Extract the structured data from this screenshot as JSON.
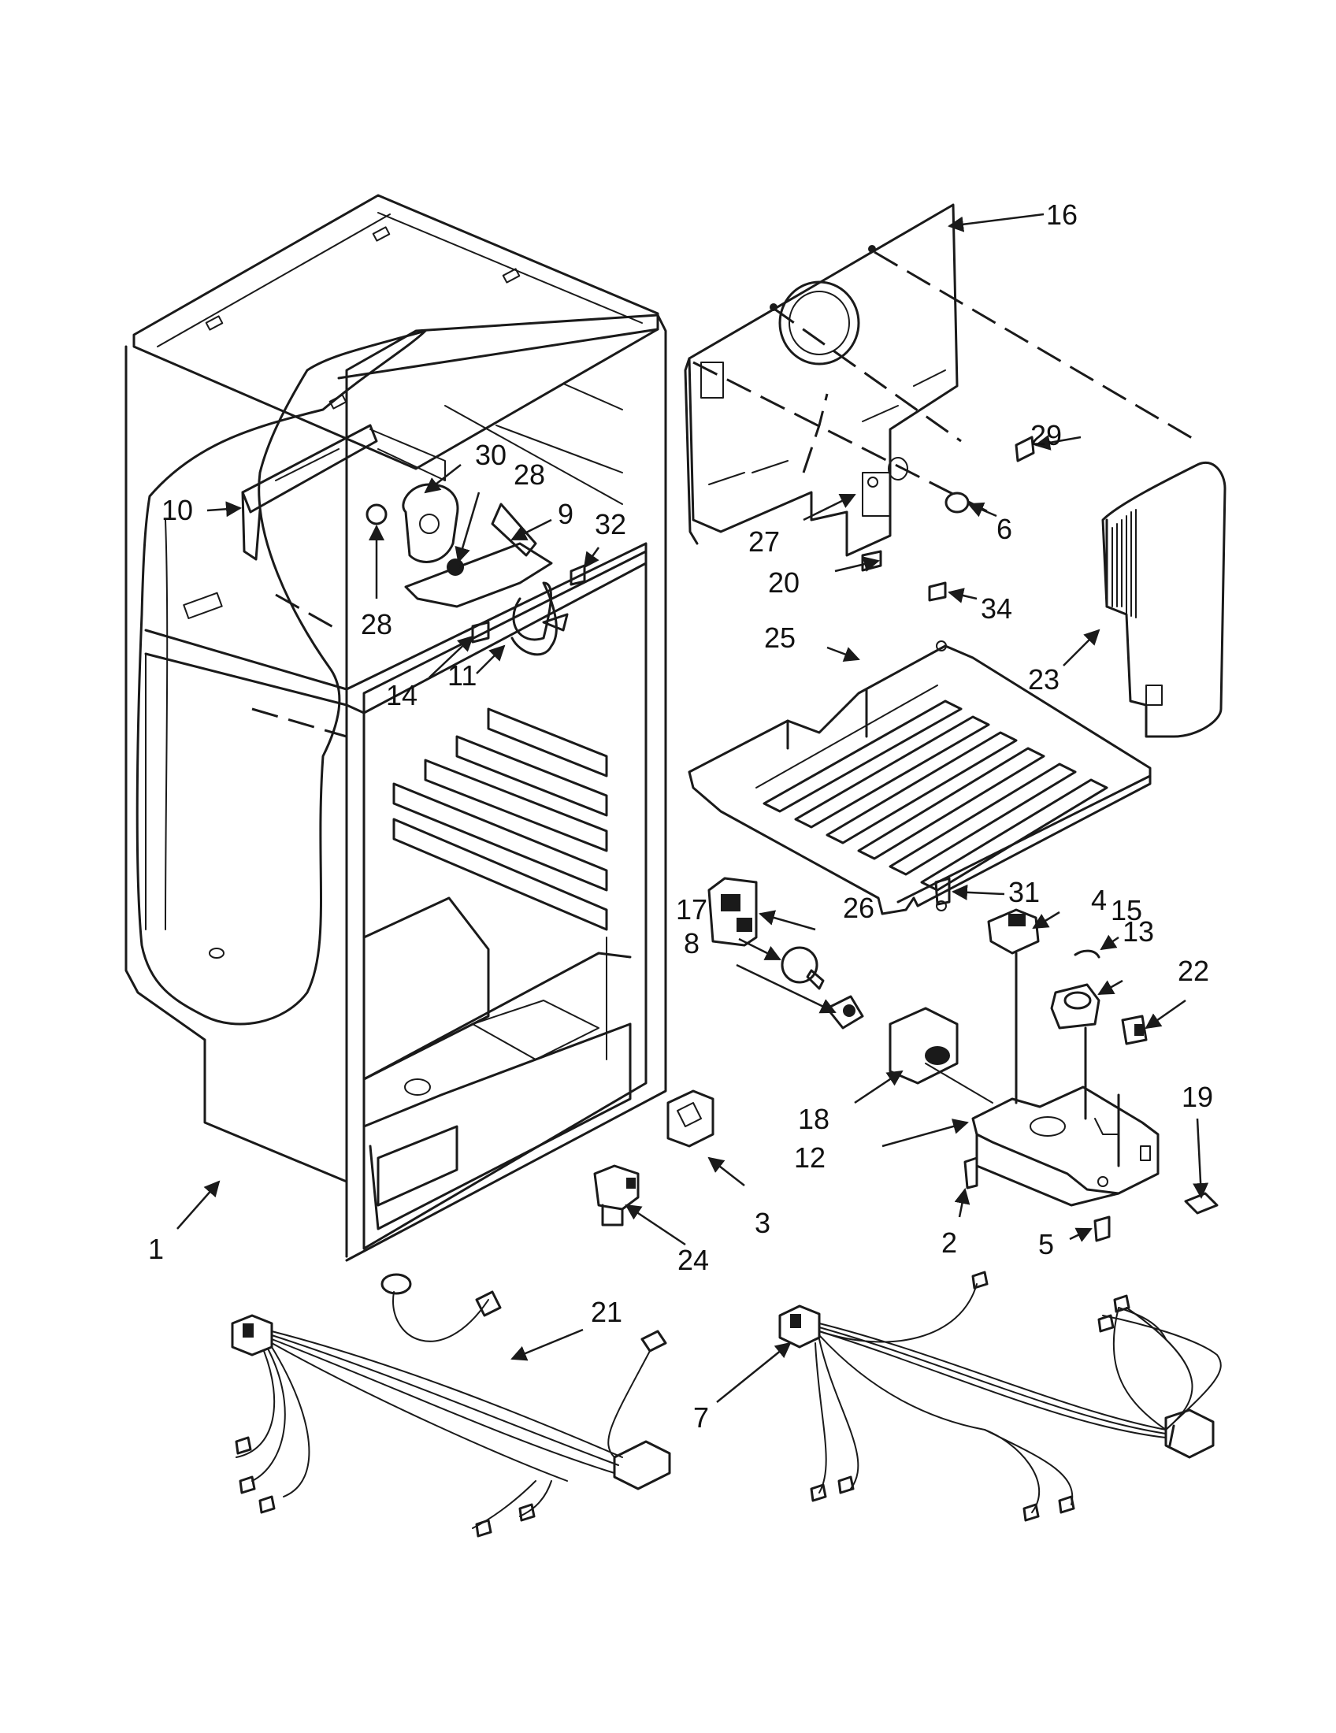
{
  "diagram": {
    "callouts": [
      {
        "id": "c1",
        "label": "1"
      },
      {
        "id": "c2",
        "label": "2"
      },
      {
        "id": "c3",
        "label": "3"
      },
      {
        "id": "c4",
        "label": "4"
      },
      {
        "id": "c5",
        "label": "5"
      },
      {
        "id": "c6",
        "label": "6"
      },
      {
        "id": "c7",
        "label": "7"
      },
      {
        "id": "c8",
        "label": "8"
      },
      {
        "id": "c9",
        "label": "9"
      },
      {
        "id": "c10",
        "label": "10"
      },
      {
        "id": "c11",
        "label": "11"
      },
      {
        "id": "c12",
        "label": "12"
      },
      {
        "id": "c13",
        "label": "13"
      },
      {
        "id": "c14",
        "label": "14"
      },
      {
        "id": "c15",
        "label": "15"
      },
      {
        "id": "c16",
        "label": "16"
      },
      {
        "id": "c17",
        "label": "17"
      },
      {
        "id": "c18",
        "label": "18"
      },
      {
        "id": "c19",
        "label": "19"
      },
      {
        "id": "c20",
        "label": "20"
      },
      {
        "id": "c21",
        "label": "21"
      },
      {
        "id": "c22",
        "label": "22"
      },
      {
        "id": "c23",
        "label": "23"
      },
      {
        "id": "c24",
        "label": "24"
      },
      {
        "id": "c25",
        "label": "25"
      },
      {
        "id": "c26",
        "label": "26"
      },
      {
        "id": "c27",
        "label": "27"
      },
      {
        "id": "c28a",
        "label": "28"
      },
      {
        "id": "c28b",
        "label": "28"
      },
      {
        "id": "c29",
        "label": "29"
      },
      {
        "id": "c30",
        "label": "30"
      },
      {
        "id": "c31",
        "label": "31"
      },
      {
        "id": "c32",
        "label": "32"
      },
      {
        "id": "c34",
        "label": "34"
      }
    ]
  }
}
